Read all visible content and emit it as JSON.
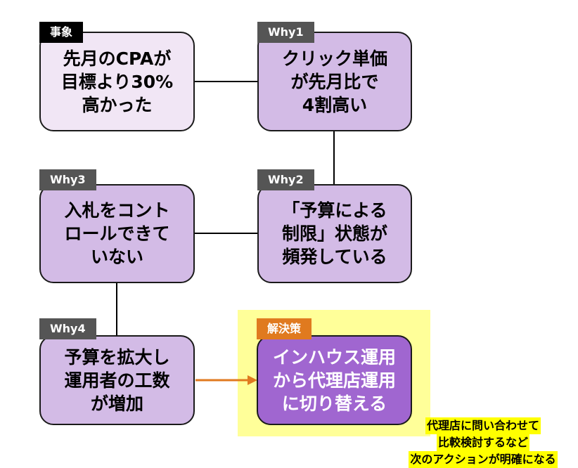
{
  "nodes": {
    "event": {
      "tag": "事象",
      "text": "先月のCPAが\n目標より30%\n高かった"
    },
    "why1": {
      "tag": "Why1",
      "text": "クリック単価\nが先月比で\n4割高い"
    },
    "why2": {
      "tag": "Why2",
      "text": "「予算による\n制限」状態が\n頻発している"
    },
    "why3": {
      "tag": "Why3",
      "text": "入札をコント\nロールできて\nいない"
    },
    "why4": {
      "tag": "Why4",
      "text": "予算を拡大し\n運用者の工数\nが増加"
    },
    "solution": {
      "tag": "解決策",
      "text": "インハウス運用\nから代理店運用\nに切り替える"
    }
  },
  "note": {
    "lines": [
      "代理店に問い合わせて",
      "比較検討するなど",
      "次のアクションが明確になる"
    ]
  },
  "colors": {
    "event_fill": "#f1e6f5",
    "why_fill": "#d3bbe6",
    "solution_fill": "#a066d0",
    "tag_gray": "#555555",
    "tag_black": "#000000",
    "tag_orange": "#e07a1f",
    "arrow": "#e07a1f",
    "highlight": "#ffff99",
    "note_highlight": "#ffff00"
  }
}
